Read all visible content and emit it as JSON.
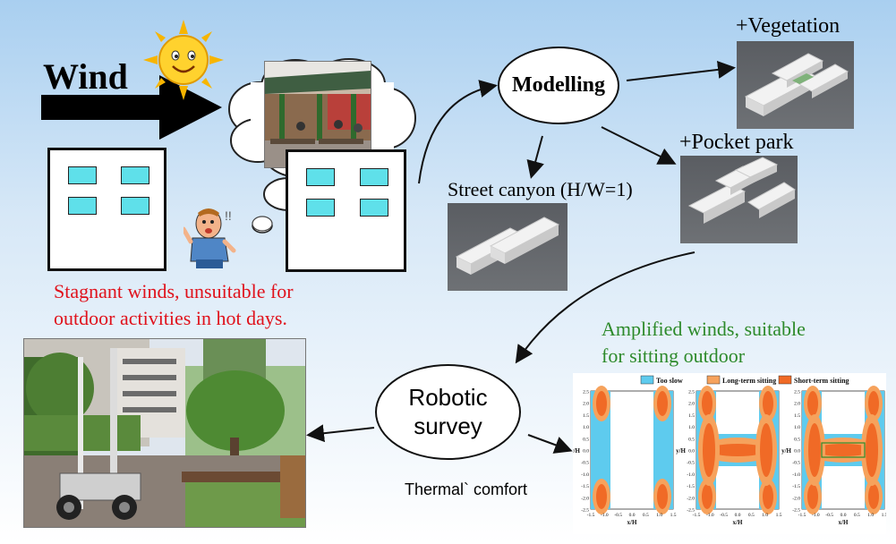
{
  "wind_label": "Wind",
  "modelling_label": "Modelling",
  "vegetation_label": "+Vegetation",
  "pocket_park_label": "+Pocket park",
  "street_canyon_label": "Street canyon (H/W=1)",
  "stagnant_text_line1": "Stagnant winds, unsuitable for",
  "stagnant_text_line2": "outdoor activities in hot days.",
  "amplified_text_line1": "Amplified winds, suitable",
  "amplified_text_line2": "for sitting outdoor",
  "robotic_label_line1": "Robotic",
  "robotic_label_line2": "survey",
  "thermal_label": "Thermal` comfort",
  "legend": {
    "too_slow": "Too slow",
    "long_term": "Long-term sitting",
    "short_term": "Short-term sitting"
  },
  "panel_axes": {
    "ylabel": "y/H",
    "xlabel": "x/H",
    "y_ticks": [
      "2.5",
      "2.0",
      "1.5",
      "1.0",
      "0.5",
      "0.0",
      "-0.5",
      "-1.0",
      "-1.5",
      "-2.0",
      "-2.5"
    ],
    "x_ticks": [
      "-1.5",
      "-1.0",
      "-0.5",
      "0.0",
      "0.5",
      "1.0",
      "1.5"
    ]
  },
  "colors": {
    "too_slow": "#5ecbee",
    "long_term": "#f6a25c",
    "short_term": "#f06a26",
    "stagnant_text": "#e0121c",
    "amplified_text": "#2d8a2a",
    "window": "#5fe0ea"
  }
}
